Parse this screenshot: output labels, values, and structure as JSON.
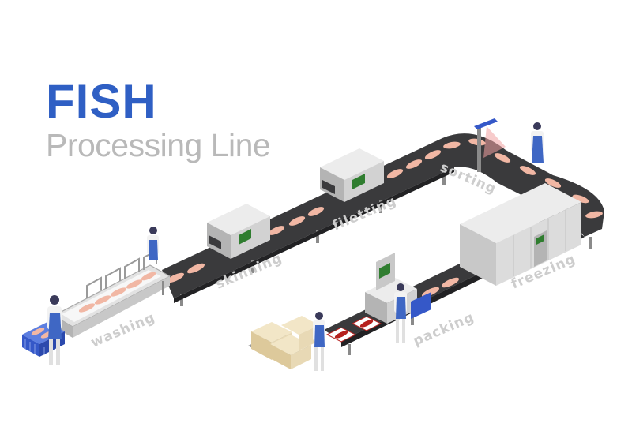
{
  "title": {
    "main": "FISH",
    "sub": "Processing Line"
  },
  "stages": {
    "washing": "washing",
    "skinning": "skinning",
    "filetting": "filetting",
    "sorting": "sorting",
    "freezing": "freezing",
    "packing": "packing"
  },
  "colors": {
    "title_main": "#2f5fc4",
    "title_sub": "#b9b9b9",
    "label": "#cdcdcd",
    "belt": "#3a3a3c",
    "belt_slat": "#5a5a5e",
    "machine_light": "#ececec",
    "machine_mid": "#d2d2d2",
    "machine_dark": "#b4b4b4",
    "screen": "#2f7d2f",
    "fish": "#f1b7a4",
    "worker_apron": "#3f67c4",
    "crate": "#3558c8",
    "box": "#e8d9b5",
    "scanner_beam": "#f0a0a0",
    "tray": "#b6211e"
  }
}
